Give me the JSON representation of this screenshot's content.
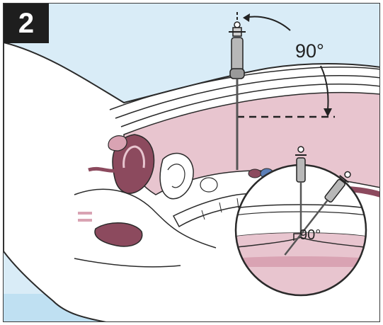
{
  "figure": {
    "step_number": "2",
    "angle_label_main": "90°",
    "angle_label_inset": "90°"
  },
  "colors": {
    "background": "#d9ecf7",
    "badge": "#1e1e1e",
    "skin": "#ffffff",
    "cavity": "#e8c5cf",
    "organ": "#8c4a5e",
    "outline": "#2a2a2a"
  },
  "icons": {
    "needle": "veress-needle-icon",
    "curved_arrow": "curved-arrow-icon"
  }
}
